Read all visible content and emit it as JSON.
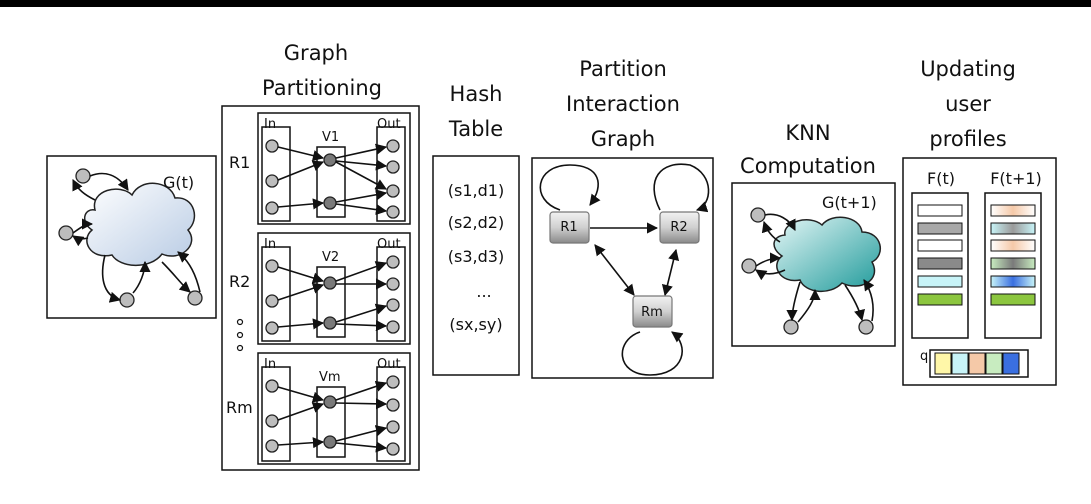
{
  "panels": {
    "input": {
      "graph_label": "G(t)"
    },
    "partitioning": {
      "title_line1": "Graph",
      "title_line2": "Partitioning",
      "blocks": [
        {
          "region": "R1",
          "in_label": "In",
          "center_label": "V1",
          "out_label": "Out"
        },
        {
          "region": "R2",
          "in_label": "In",
          "center_label": "V2",
          "out_label": "Out"
        },
        {
          "region": "Rm",
          "in_label": "In",
          "center_label": "Vm",
          "out_label": "Out"
        }
      ]
    },
    "hash_table": {
      "title_line1": "Hash",
      "title_line2": "Table",
      "entries": [
        "(s1,d1)",
        "(s2,d2)",
        "(s3,d3)",
        "...",
        "(sx,sy)"
      ]
    },
    "interaction": {
      "title_line1": "Partition",
      "title_line2": "Interaction",
      "title_line3": "Graph",
      "nodes": [
        "R1",
        "R2",
        "Rm"
      ]
    },
    "knn": {
      "title_line1": "KNN",
      "title_line2": "Computation",
      "graph_label": "G(t+1)"
    },
    "profiles": {
      "title_line1": "Updating",
      "title_line2": "user",
      "title_line3": "profiles",
      "col1_label": "F(t)",
      "col2_label": "F(t+1)",
      "q_label": "q"
    }
  },
  "colors": {
    "cloud_light": "#dfe8f4",
    "cloud_teal": "#2aa8a8",
    "profile_gray": "#9a9a9a",
    "profile_cyan": "#c8f4f8",
    "profile_green": "#8cc63f",
    "profile_orange": "#f5c9a8",
    "profile_blue": "#3a6fe0",
    "q_yellow": "#fff7a8",
    "q_green": "#c8ecc0"
  }
}
